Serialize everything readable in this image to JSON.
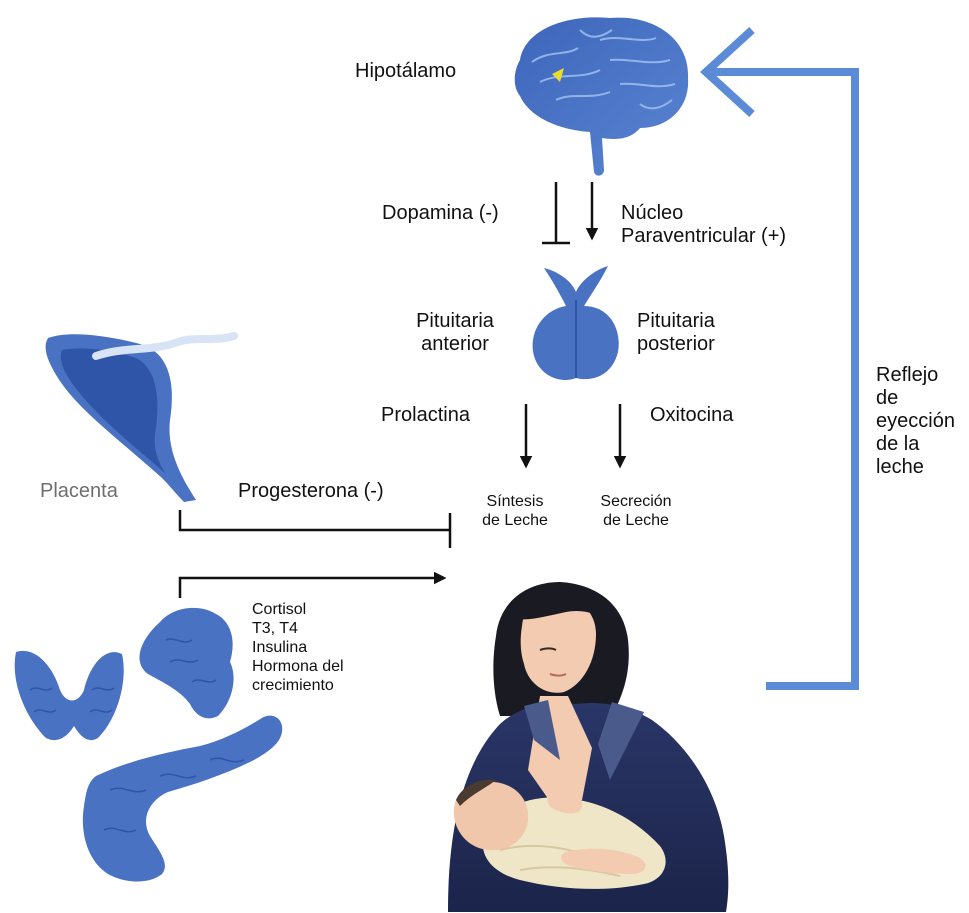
{
  "labels": {
    "hipotalamo": "Hipotálamo",
    "dopamina": "Dopamina (-)",
    "nucleo": "Núcleo\nParaventricular (+)",
    "pit_anterior": "Pituitaria\nanterior",
    "pit_posterior": "Pituitaria\nposterior",
    "prolactina": "Prolactina",
    "oxitocina": "Oxitocina",
    "reflejo": "Reflejo\nde\neyección\nde la\nleche",
    "placenta": "Placenta",
    "progesterona": "Progesterona (-)",
    "sintesis": "Síntesis\nde Leche",
    "secrecion": "Secreción\nde Leche",
    "hormonas": "Cortisol\nT3, T4\nInsulina\nHormona del\ncrecimiento"
  },
  "colors": {
    "organ_blue": "#4a72c2",
    "organ_blue_dark": "#2f55a8",
    "feedback_blue": "#5b8bd6",
    "arrow_black": "#111111",
    "sweater_navy": "#1f2a55",
    "skin": "#f3cbb0",
    "hair": "#1a1a22"
  },
  "icons": [
    "brain-icon",
    "pituitary-icon",
    "placenta-icon",
    "thyroid-icon",
    "adrenal-icon",
    "pancreas-icon",
    "breastfeeding-mother-illustration"
  ]
}
